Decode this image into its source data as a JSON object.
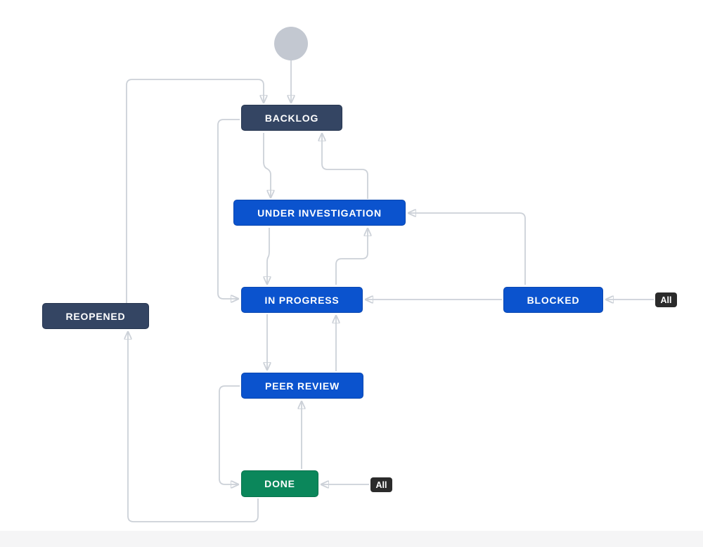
{
  "diagram": {
    "type": "workflow",
    "colors": {
      "todo": "#344563",
      "in_progress": "#0b53ce",
      "done": "#0b875b",
      "connector": "#ccd1d8",
      "arrowhead": "#b9c0ca",
      "start": "#c3c8d1",
      "badge_bg": "#2b2b2b"
    },
    "start_node": {
      "shape": "circle"
    },
    "nodes": {
      "backlog": {
        "label": "BACKLOG",
        "category": "todo"
      },
      "under_investigation": {
        "label": "UNDER INVESTIGATION",
        "category": "in-progress"
      },
      "in_progress": {
        "label": "IN PROGRESS",
        "category": "in-progress"
      },
      "blocked": {
        "label": "BLOCKED",
        "category": "in-progress"
      },
      "reopened": {
        "label": "REOPENED",
        "category": "todo"
      },
      "peer_review": {
        "label": "PEER REVIEW",
        "category": "in-progress"
      },
      "done": {
        "label": "DONE",
        "category": "done"
      }
    },
    "badges": {
      "blocked_all": "All",
      "done_all": "All"
    },
    "edges": [
      {
        "from": "start",
        "to": "backlog"
      },
      {
        "from": "reopened",
        "to": "backlog"
      },
      {
        "from": "backlog",
        "to": "under_investigation"
      },
      {
        "from": "under_investigation",
        "to": "backlog"
      },
      {
        "from": "under_investigation",
        "to": "in_progress"
      },
      {
        "from": "in_progress",
        "to": "under_investigation"
      },
      {
        "from": "backlog",
        "to": "in_progress"
      },
      {
        "from": "blocked",
        "to": "in_progress"
      },
      {
        "from": "blocked",
        "to": "under_investigation"
      },
      {
        "from": "all_badge",
        "to": "blocked"
      },
      {
        "from": "in_progress",
        "to": "peer_review"
      },
      {
        "from": "peer_review",
        "to": "in_progress"
      },
      {
        "from": "peer_review",
        "to": "done"
      },
      {
        "from": "done",
        "to": "peer_review"
      },
      {
        "from": "all_badge",
        "to": "done"
      },
      {
        "from": "done",
        "to": "reopened"
      }
    ]
  }
}
